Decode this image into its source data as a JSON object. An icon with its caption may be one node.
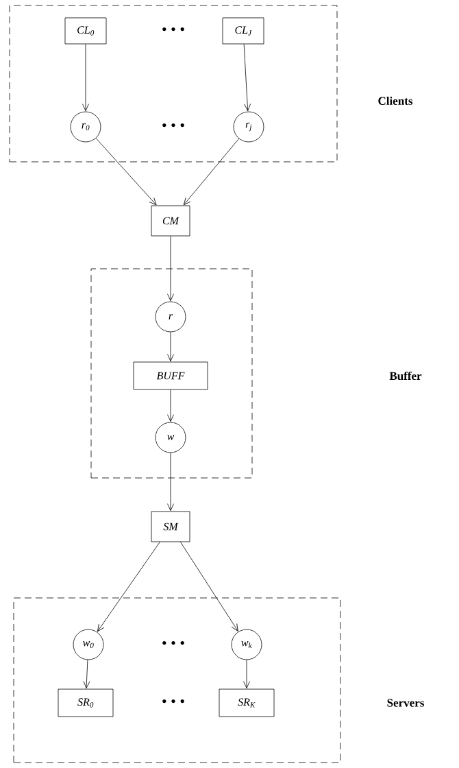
{
  "diagram": {
    "nodes": [
      {
        "text": [],
        "shape": "box"
      },
      {
        "text": [
          "CL$_{0}$"
        ],
        "in": 0
      },
      {
        "text": [
          "CL$_{J}$"
        ],
        "in": 0
      },
      {
        "text": [
          "r$_{0}$"
        ],
        "in": 0
      },
      {
        "text": [
          "r$_{j}$"
        ],
        "in": 0
      },
      {
        "text": [
          "CM"
        ]
      },
      {
        "text": [],
        "shape": "box"
      },
      {
        "text": [
          "r"
        ],
        "in": 6
      },
      {
        "text": [
          "BUFF"
        ],
        "in": 6
      },
      {
        "text": [
          "w"
        ],
        "in": 6
      },
      {
        "text": [
          "SM"
        ]
      },
      {
        "text": [],
        "shape": "box"
      },
      {
        "text": [
          "w$_{0}$"
        ],
        "in": 11
      },
      {
        "text": [
          "w$_{k}$"
        ],
        "in": 11
      },
      {
        "text": [
          "SR$_{0}$"
        ],
        "in": 11
      },
      {
        "text": [
          "SR$_{K}$"
        ],
        "in": 11
      }
    ],
    "edges": [
      {
        "from": 1,
        "to": 3,
        "arrow": "to"
      },
      {
        "from": 2,
        "to": 4,
        "arrow": "to"
      },
      {
        "from": 3,
        "to": 5,
        "arrow": "to"
      },
      {
        "from": 4,
        "to": 5,
        "arrow": "to"
      },
      {
        "from": 5,
        "to": 7,
        "arrow": "to"
      },
      {
        "from": 7,
        "to": 8,
        "arrow": "to"
      },
      {
        "from": 8,
        "to": 9,
        "arrow": "to"
      },
      {
        "from": 9,
        "to": 10,
        "arrow": "to"
      },
      {
        "from": 10,
        "to": 12,
        "arrow": "to"
      },
      {
        "from": 10,
        "to": 13,
        "arrow": "to"
      },
      {
        "from": 12,
        "to": 14,
        "arrow": "to"
      },
      {
        "from": 13,
        "to": 15,
        "arrow": "to"
      }
    ],
    "labels": [
      "• • •",
      "Clients",
      "• • •",
      "Buffer",
      "• • •",
      "Servers",
      "• • •"
    ]
  }
}
